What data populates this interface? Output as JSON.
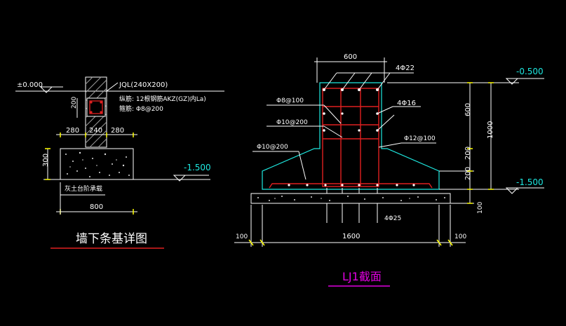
{
  "colors": {
    "background": "#000000",
    "dimension": "#ffffff",
    "concrete": "#1ee8e0",
    "rebar": "#e02020",
    "title_text": "#e000e0",
    "extension_marks": "#ffff00"
  },
  "left_detail": {
    "title": "墙下条基详图",
    "elevation_top": "±0.000",
    "elevation_bottom": "-1.500",
    "beam_label": "JQL(240X200)",
    "beam_note_1": "纵筋: 12根钢筋AKZ(GZ)内La)",
    "beam_note_2": "箍筋: Φ8@200",
    "dim_beam_height": "200",
    "dim_left_offset": "280",
    "dim_wall": "240",
    "dim_right_offset": "280",
    "dim_footing_height": "300",
    "dim_footing_width": "800",
    "soil_note": "灰土台阶承载"
  },
  "right_detail": {
    "title": "LJ1截面",
    "elevation_top": "-0.500",
    "elevation_bottom": "-1.500",
    "dim_column_width": "600",
    "dim_column_height": "600",
    "dim_haunch": "200",
    "dim_base": "200",
    "dim_total_height": "1000",
    "dim_pad": "100",
    "dim_footing_width": "1600",
    "dim_left_extension": "100",
    "dim_right_extension": "100",
    "rebar_top_corner": "4Φ22",
    "rebar_side": "4Φ16",
    "rebar_stirrup_1": "Φ8@100",
    "rebar_stirrup_2": "Φ10@200",
    "rebar_stirrup_3": "Φ12@100",
    "rebar_haunch": "Φ10@200",
    "rebar_bottom": "4Φ25"
  }
}
